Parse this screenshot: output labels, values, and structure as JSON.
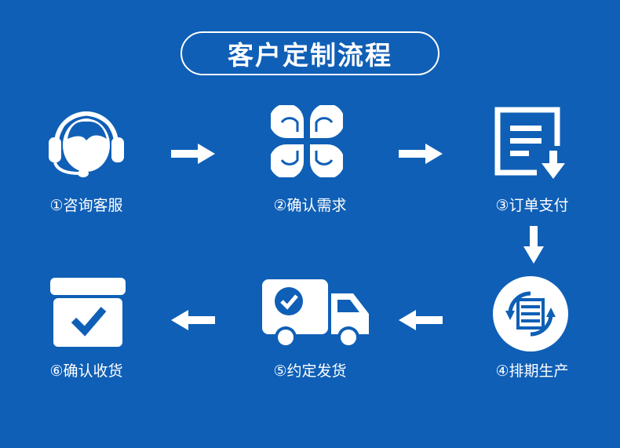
{
  "title": "客户定制流程",
  "colors": {
    "background": "#0f5fb6",
    "foreground": "#ffffff"
  },
  "steps": [
    {
      "label": "①咨询客服",
      "icon": "customer-service-headset-icon"
    },
    {
      "label": "②确认需求",
      "icon": "four-petal-clover-icon"
    },
    {
      "label": "③订单支付",
      "icon": "document-download-icon"
    },
    {
      "label": "④排期生产",
      "icon": "circular-list-cycle-icon"
    },
    {
      "label": "⑤约定发货",
      "icon": "delivery-truck-check-icon"
    },
    {
      "label": "⑥确认收货",
      "icon": "checked-box-icon"
    }
  ]
}
